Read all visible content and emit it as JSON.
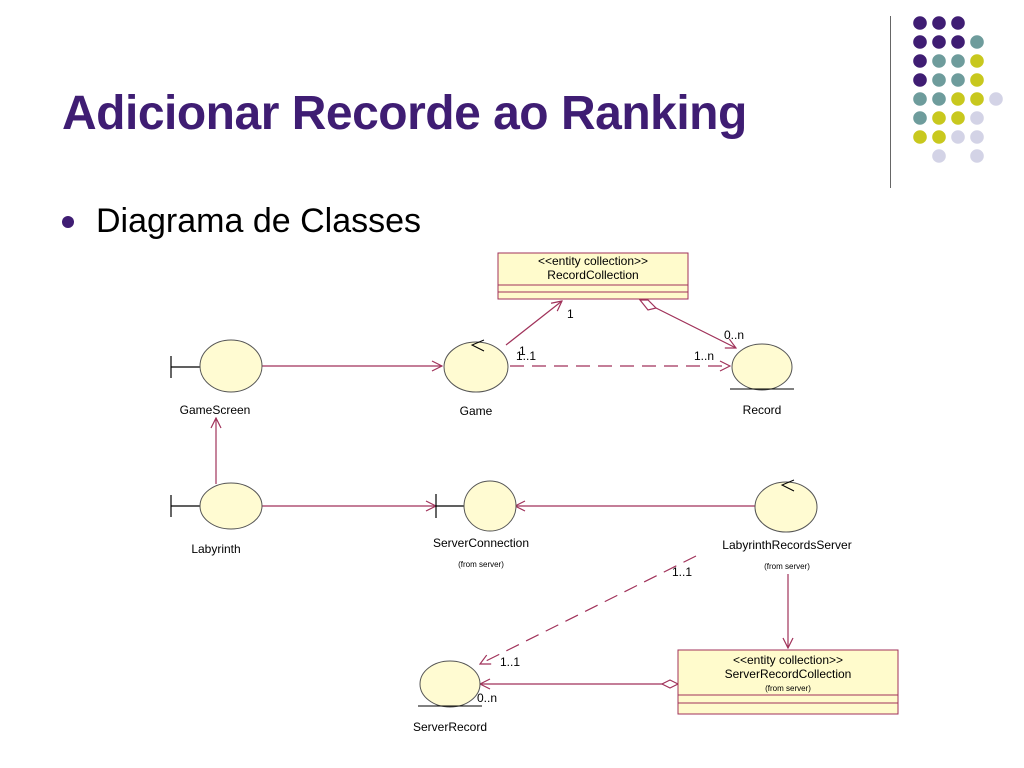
{
  "slide": {
    "title": "Adicionar Recorde ao Ranking",
    "bullet": "Diagrama de Classes"
  },
  "colors": {
    "title": "#3f1d73",
    "decor_purple": "#3f1d73",
    "decor_teal": "#6e9c9c",
    "decor_yellow": "#c8c81e",
    "decor_lavender": "#d3d3e6",
    "relation": "#a0325a",
    "node_fill": "#fffbd2",
    "box_fill": "#fffbcc",
    "box_border": "#a0325a"
  },
  "decor_dots": [
    [
      "purple",
      "purple",
      "purple",
      "none"
    ],
    [
      "purple",
      "purple",
      "purple",
      "teal"
    ],
    [
      "purple",
      "teal",
      "teal",
      "yellow"
    ],
    [
      "purple",
      "teal",
      "teal",
      "yellow"
    ],
    [
      "teal",
      "teal",
      "yellow",
      "yellow",
      "lavender"
    ],
    [
      "teal",
      "yellow",
      "yellow",
      "lavender"
    ],
    [
      "yellow",
      "yellow",
      "lavender",
      "lavender"
    ],
    [
      "none",
      "lavender",
      "none",
      "lavender"
    ]
  ],
  "diagram": {
    "nodes": {
      "gamescreen": {
        "label": "GameScreen",
        "stereotype": "boundary"
      },
      "game": {
        "label": "Game",
        "stereotype": "control"
      },
      "record": {
        "label": "Record",
        "stereotype": "entity"
      },
      "labyrinth": {
        "label": "Labyrinth",
        "stereotype": "boundary"
      },
      "serverconnection": {
        "label": "ServerConnection",
        "sub": "(from server)",
        "stereotype": "boundary"
      },
      "labyrinthrecordsserver": {
        "label": "LabyrinthRecordsServer",
        "sub": "(from server)",
        "stereotype": "control"
      },
      "serverrecord": {
        "label": "ServerRecord",
        "stereotype": "entity"
      }
    },
    "boxes": {
      "recordcollection": {
        "stereotype": "<<entity collection>>",
        "name": "RecordCollection"
      },
      "serverrecordcollection": {
        "stereotype": "<<entity collection>>",
        "name": "ServerRecordCollection",
        "sub": "(from server)"
      }
    },
    "multiplicities": {
      "game_to_rc": "1",
      "game_side": "1",
      "game_dash": "1..1",
      "rc_record": "0..n",
      "record_dash": "1..n",
      "lrs_dash": "1..1",
      "sr_dash": "1..1",
      "sr_agg": "0..n"
    }
  }
}
